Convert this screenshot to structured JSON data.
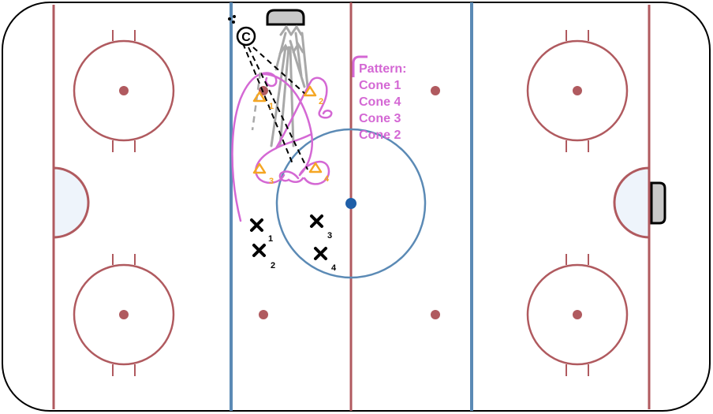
{
  "colors": {
    "rink_border": "#000000",
    "red_line": "#b05a5f",
    "blue_line": "#5b8ab5",
    "center_dot": "#1f5fa8",
    "crease_fill": "#eef4fb",
    "net_fill": "#c8c8c8",
    "path": "#d468d4",
    "cone": "#f5a623",
    "skater": "#000000",
    "arrow": "#a8a8a8"
  },
  "legend": {
    "title": "Pattern:",
    "items": [
      "Cone 1",
      "Cone 4",
      "Cone 3",
      "Cone 2"
    ]
  },
  "coach": {
    "symbol": "C"
  },
  "cones": [
    {
      "label": "1"
    },
    {
      "label": "2"
    },
    {
      "label": "3"
    },
    {
      "label": "4"
    }
  ],
  "players": [
    {
      "label": "1"
    },
    {
      "label": "2"
    },
    {
      "label": "3"
    },
    {
      "label": "4"
    }
  ],
  "icons": {
    "cone": "triangle-cone-icon",
    "player": "x-skater-icon",
    "coach": "coach-circle-icon",
    "net": "goal-net-icon",
    "pucks": "puck-dots-icon"
  }
}
